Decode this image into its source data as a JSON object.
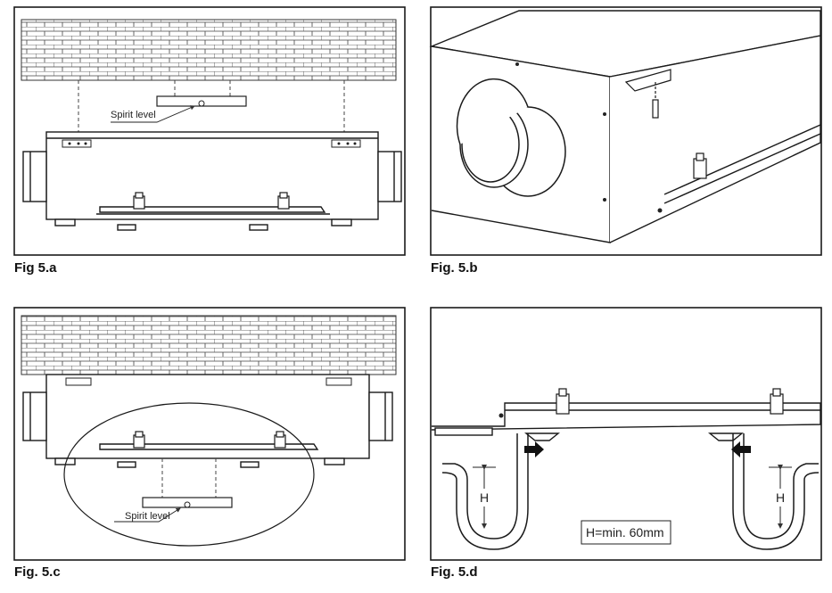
{
  "figures": [
    {
      "caption": "Fig 5.a",
      "callout": "Spirit level"
    },
    {
      "caption": "Fig. 5.b"
    },
    {
      "caption": "Fig. 5.c",
      "callout": "Spirit level"
    },
    {
      "caption": "Fig. 5.d",
      "dimension_label": "H",
      "note": "H=min. 60mm"
    }
  ],
  "colors": {
    "line": "#1a1a1a",
    "arrow": "#111111",
    "panel_bg": "#ffffff"
  }
}
